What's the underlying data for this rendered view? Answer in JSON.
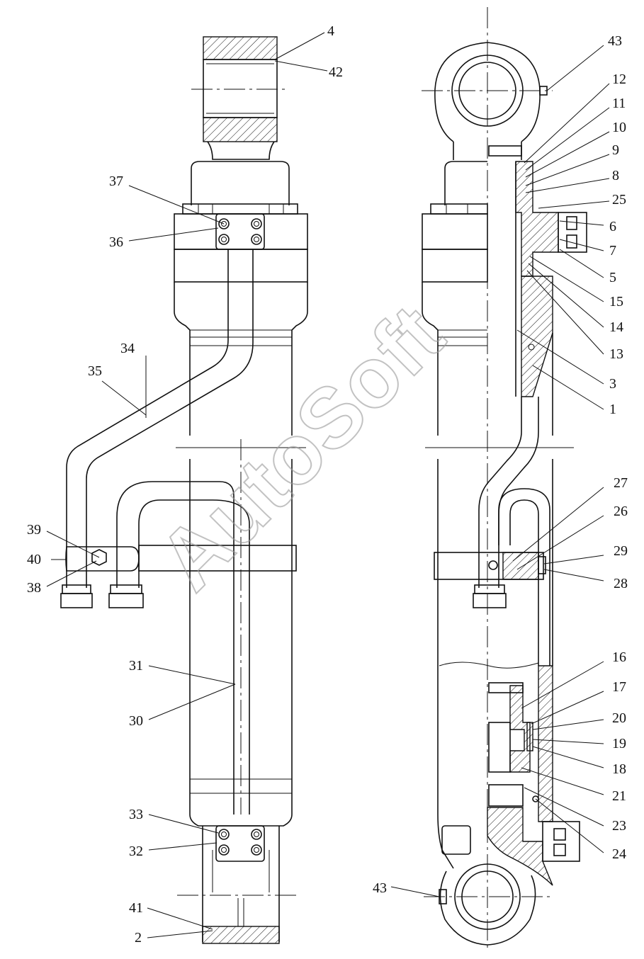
{
  "watermark": "AutoSoft",
  "callouts_left": [
    {
      "num": "4"
    },
    {
      "num": "42"
    },
    {
      "num": "37"
    },
    {
      "num": "36"
    },
    {
      "num": "34"
    },
    {
      "num": "35"
    },
    {
      "num": "39"
    },
    {
      "num": "40"
    },
    {
      "num": "38"
    },
    {
      "num": "31"
    },
    {
      "num": "30"
    },
    {
      "num": "33"
    },
    {
      "num": "32"
    },
    {
      "num": "41"
    },
    {
      "num": "2"
    }
  ],
  "callouts_right": [
    {
      "num": "43"
    },
    {
      "num": "12"
    },
    {
      "num": "11"
    },
    {
      "num": "10"
    },
    {
      "num": "9"
    },
    {
      "num": "8"
    },
    {
      "num": "25"
    },
    {
      "num": "6"
    },
    {
      "num": "7"
    },
    {
      "num": "5"
    },
    {
      "num": "15"
    },
    {
      "num": "14"
    },
    {
      "num": "13"
    },
    {
      "num": "3"
    },
    {
      "num": "1"
    },
    {
      "num": "27"
    },
    {
      "num": "26"
    },
    {
      "num": "29"
    },
    {
      "num": "28"
    },
    {
      "num": "16"
    },
    {
      "num": "17"
    },
    {
      "num": "20"
    },
    {
      "num": "19"
    },
    {
      "num": "18"
    },
    {
      "num": "21"
    },
    {
      "num": "23"
    },
    {
      "num": "24"
    },
    {
      "num": "43"
    }
  ]
}
